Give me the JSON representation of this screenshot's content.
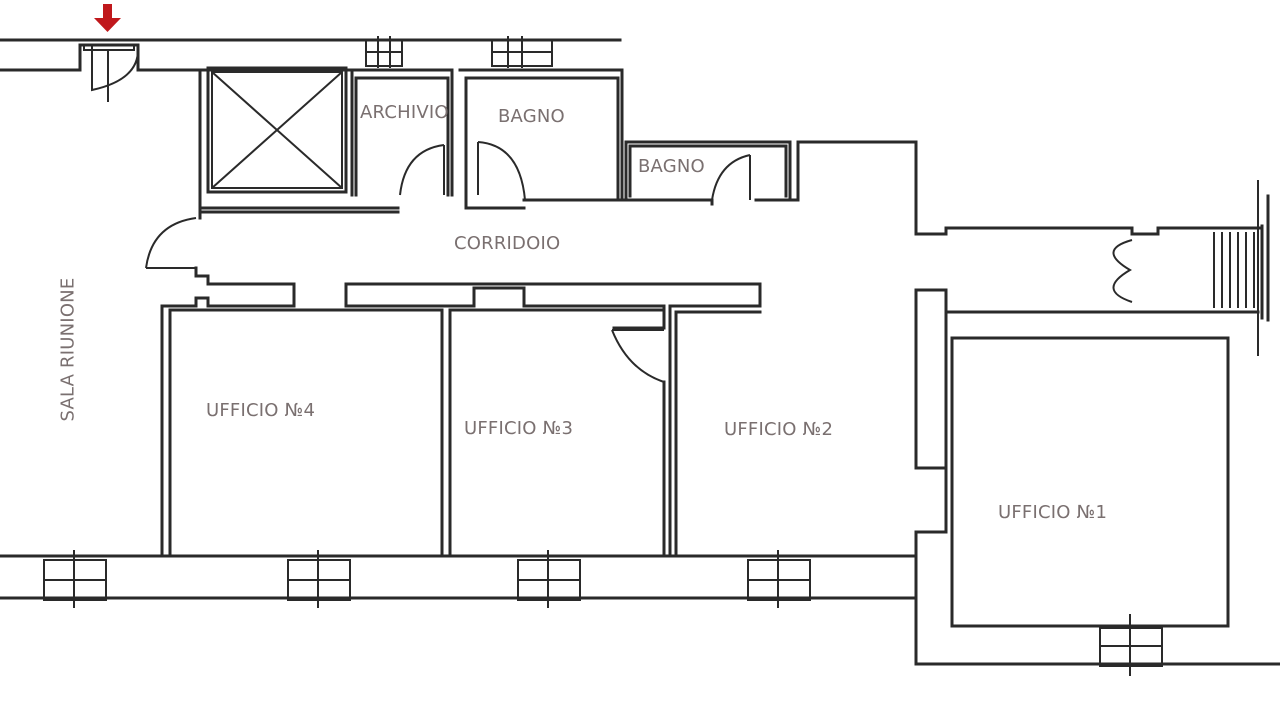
{
  "rooms": {
    "archivio": "ARCHIVIO",
    "bagno_1": "BAGNO",
    "bagno_2": "BAGNO",
    "corridoio": "CORRIDOIO",
    "sala_riunione": "SALA RIUNIONE",
    "ufficio_4": "UFFICIO №4",
    "ufficio_3": "UFFICIO №3",
    "ufficio_2": "UFFICIO №2",
    "ufficio_1": "UFFICIO №1"
  },
  "colors": {
    "wall": "#2a2a2a",
    "label": "#7a7070",
    "entrance_marker": "#c0181c"
  },
  "icons": {
    "entrance": "arrow-down-icon",
    "window": "window-icon",
    "elevator": "elevator-shaft-icon",
    "stairs": "stairs-icon"
  }
}
